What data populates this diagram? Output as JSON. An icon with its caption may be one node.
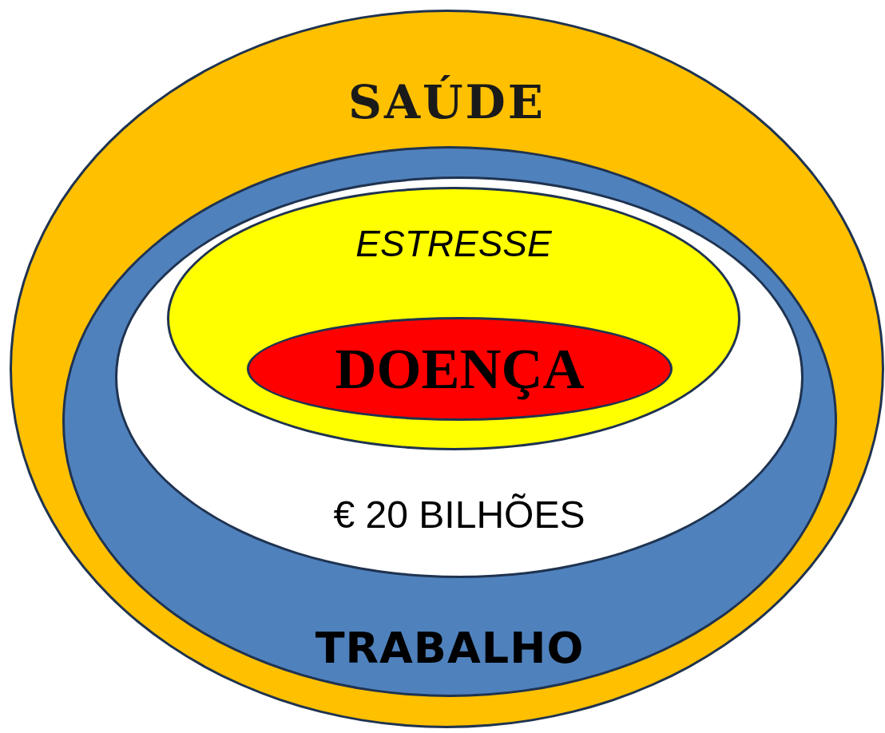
{
  "diagram": {
    "nodes": [
      {
        "text": [
          "SAÚDE"
        ]
      },
      {
        "text": [
          "TRABALHO"
        ],
        "in": 0
      },
      {
        "text": [
          "€ 20 BILHÕES"
        ],
        "in": 1
      },
      {
        "text": [
          "ESTRESSE"
        ],
        "in": 2
      },
      {
        "text": [
          "DOENÇA"
        ],
        "in": 3
      }
    ]
  }
}
